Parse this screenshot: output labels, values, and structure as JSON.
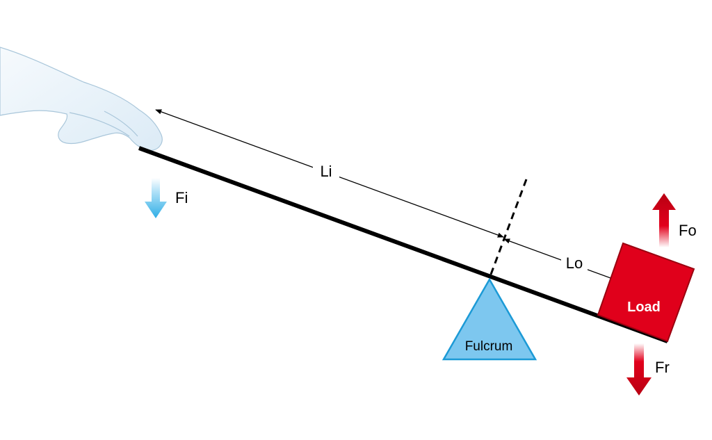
{
  "labels": {
    "input_force": "Fi",
    "input_length": "Li",
    "output_length": "Lo",
    "output_force": "Fo",
    "reaction_force": "Fr",
    "load": "Load",
    "fulcrum": "Fulcrum"
  },
  "icons": {
    "hand": "hand-icon",
    "fulcrum": "triangle-icon",
    "load": "box-icon"
  },
  "colors": {
    "lever": "#000000",
    "fulcrum_fill": "#7dc7ef",
    "fulcrum_stroke": "#1c9ad6",
    "load_fill": "#e0001b",
    "load_stroke": "#9b0010",
    "output_arrow": "#d40016",
    "input_arrow": "#49b8ea",
    "hand_fill": "#e8f3fa",
    "hand_stroke": "#a9c6da"
  }
}
